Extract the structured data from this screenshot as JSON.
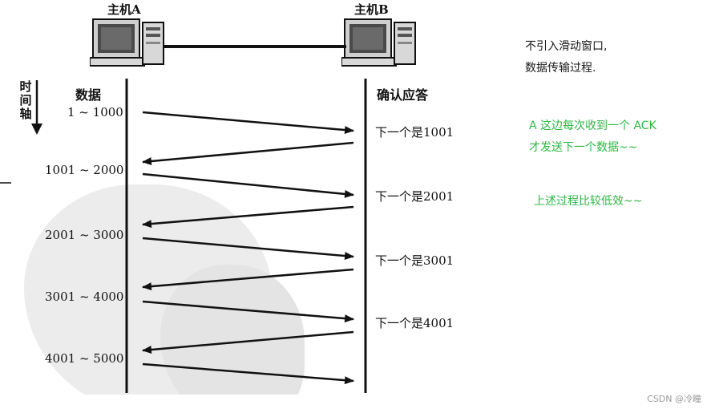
{
  "figure": {
    "host_a": "主机A",
    "host_b": "主机B",
    "time_axis": [
      "时",
      "间",
      "轴"
    ],
    "data_header": "数据",
    "ack_header": "确认应答",
    "segments": [
      {
        "range": "1 ~ 1000",
        "ack": "下一个是1001"
      },
      {
        "range": "1001 ~ 2000",
        "ack": "下一个是2001"
      },
      {
        "range": "2001 ~ 3000",
        "ack": "下一个是3001"
      },
      {
        "range": "3001 ~ 4000",
        "ack": "下一个是4001"
      },
      {
        "range": "4001 ~ 5000",
        "ack": ""
      }
    ]
  },
  "notes": {
    "line1": "不引入滑动窗口,",
    "line2": "数据传输过程.",
    "green1": "A 这边每次收到一个 ACK",
    "green2": "才发送下一个数据~~",
    "green3": "上述过程比较低效~~"
  },
  "watermark": "CSDN @冷瞳",
  "colors": {
    "green_note": "#2db843",
    "line": "#111111"
  },
  "icons": [
    "computer-icon-host-a",
    "computer-icon-host-b",
    "down-arrow-icon"
  ]
}
